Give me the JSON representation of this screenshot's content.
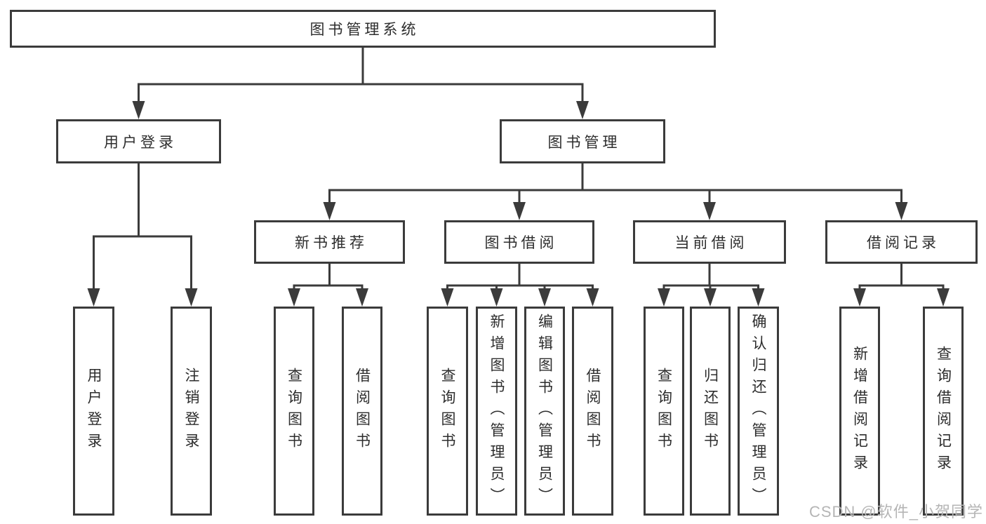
{
  "tree": {
    "root": {
      "label": "图书管理系统"
    },
    "branches": [
      {
        "label": "用户登录",
        "children": [
          {
            "label": "用户登录"
          },
          {
            "label": "注销登录"
          }
        ]
      },
      {
        "label": "图书管理",
        "children": [
          {
            "label": "新书推荐",
            "children": [
              {
                "label": "查询图书"
              },
              {
                "label": "借阅图书"
              }
            ]
          },
          {
            "label": "图书借阅",
            "children": [
              {
                "label": "查询图书"
              },
              {
                "label": "新增图书（管理员）"
              },
              {
                "label": "编辑图书（管理员）"
              },
              {
                "label": "借阅图书"
              }
            ]
          },
          {
            "label": "当前借阅",
            "children": [
              {
                "label": "查询图书"
              },
              {
                "label": "归还图书"
              },
              {
                "label": "确认归还（管理员）"
              }
            ]
          },
          {
            "label": "借阅记录",
            "children": [
              {
                "label": "新增借阅记录"
              },
              {
                "label": "查询借阅记录"
              }
            ]
          }
        ]
      }
    ]
  },
  "line_color": "#3b3b3b",
  "watermark": "CSDN @软件_小贺同学"
}
